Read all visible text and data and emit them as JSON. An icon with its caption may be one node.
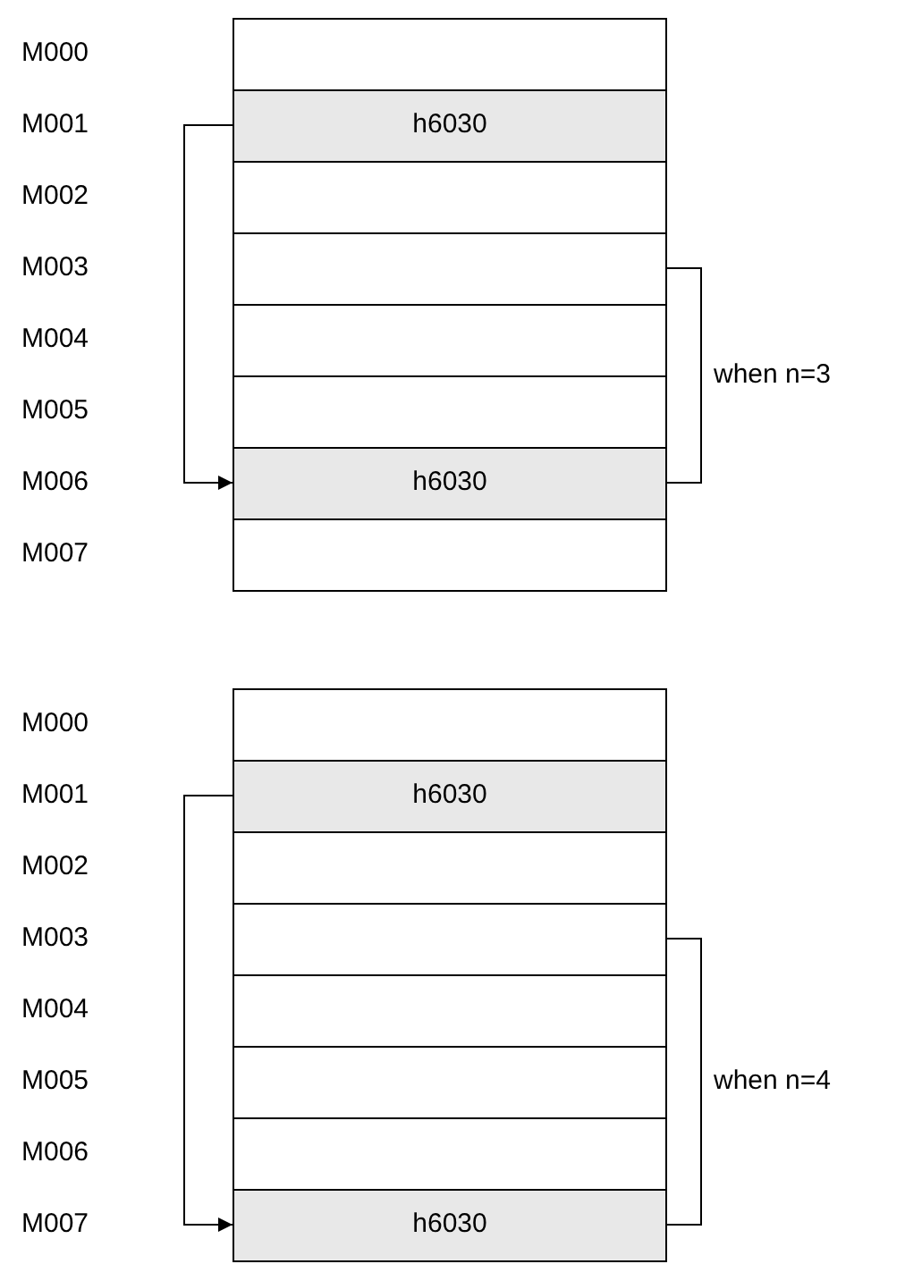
{
  "diagram": {
    "nodes": [
      {
        "text": [],
        "shape": "box"
      },
      {
        "text": [
          "h6030"
        ]
      },
      {
        "text": [],
        "shape": "box"
      },
      {
        "text": [],
        "shape": "box"
      },
      {
        "text": [],
        "shape": "box"
      },
      {
        "text": [],
        "shape": "box"
      },
      {
        "text": [
          "h6030"
        ]
      },
      {
        "text": [],
        "shape": "box"
      },
      {
        "text": [],
        "shape": "box"
      },
      {
        "text": [
          "h6030"
        ]
      },
      {
        "text": [],
        "shape": "box"
      },
      {
        "text": [],
        "shape": "box"
      },
      {
        "text": [],
        "shape": "box"
      },
      {
        "text": [],
        "shape": "box"
      },
      {
        "text": [],
        "shape": "box"
      },
      {
        "text": [
          "h6030"
        ]
      }
    ],
    "edges": [
      {
        "from": 1,
        "to": 6,
        "arrow": "to"
      },
      {
        "from": 9,
        "to": 15,
        "arrow": "to"
      }
    ],
    "labels": [
      "M000",
      "M001",
      "M002",
      "M003",
      "M004",
      "M005",
      "M006",
      "M007",
      "when n=3",
      "M000",
      "M001",
      "M002",
      "M003",
      "M004",
      "M005",
      "M006",
      "M007",
      "when n=4"
    ]
  }
}
